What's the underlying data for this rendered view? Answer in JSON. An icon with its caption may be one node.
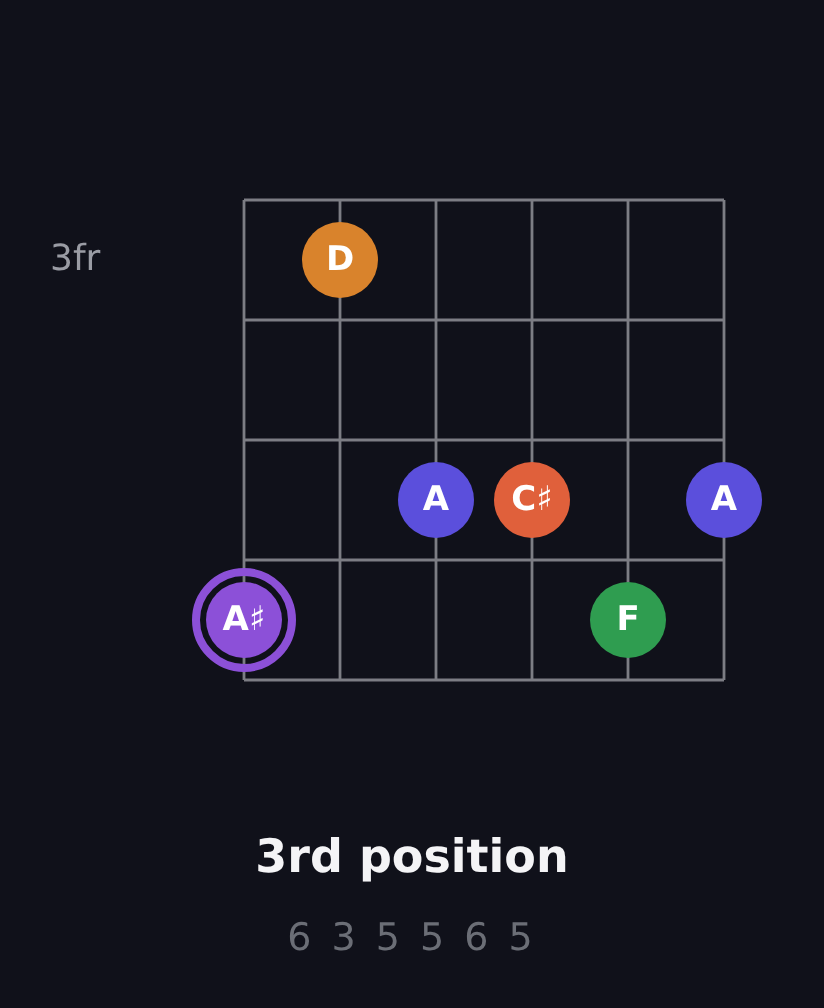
{
  "diagram": {
    "title": "3rd position",
    "nodes": [
      {
        "text": [
          "D"
        ]
      },
      {
        "text": [
          "A"
        ]
      },
      {
        "text": [
          "C♯"
        ]
      },
      {
        "text": [
          "A"
        ]
      },
      {
        "text": [
          "A♯"
        ]
      },
      {
        "text": [
          "F"
        ]
      }
    ],
    "labels": [
      "3fr",
      "6 3 5 5 6 5"
    ]
  }
}
